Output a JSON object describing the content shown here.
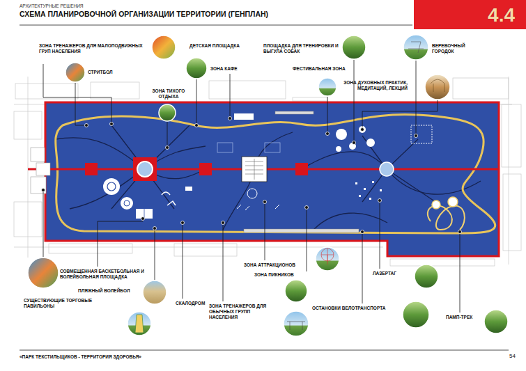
{
  "diagram": {
    "title": "СХЕМА ПЛАНИРОВОЧНОЙ ОРГАНИЗАЦИИ ТЕРРИТОРИИ (ГЕНПЛАН)",
    "nodes": [
      {
        "text": [
          "4.4"
        ]
      }
    ],
    "labels": [
      "АРХИТЕКТУРНЫЕ РЕШЕНИЯ",
      "«ПАРК ТЕКСТИЛЬЩИКОВ - ТЕРРИТОРИЯ ЗДОРОВЬЯ»",
      "54",
      "ЗОНА ТРЕНАЖЕРОВ ДЛЯ МАЛОПОДВИЖНЫХ ГРУП НАСЕЛЕНИЯ",
      "СТРИТБОЛ",
      "ДЕТСКАЯ ПЛОЩАДКА",
      "ЗОНА ТИХОГО ОТДЫХА",
      "ЗОНА КАФЕ",
      "ПЛОЩАДКА ДЛЯ ТРЕНИРОВКИ И ВЫГУЛА СОБАК",
      "ФЕСТИВАЛЬНАЯ ЗОНА",
      "ВЕРЕВОЧНЫЙ ГОРОДОК",
      "ЗОНА ДУХОВНЫХ ПРАКТИК, МЕДИТАЦИЙ, ЛЕКЦИЙ",
      "СОВМЕЩЕННАЯ БАСКЕТБОЛЬНАЯ И ВОЛЕЙБОЛЬНАЯ ПЛОЩАДКА",
      "ПЛЯЖНЫЙ ВОЛЕЙБОЛ",
      "СУЩЕСТВУЮЩИЕ ТОРГОВЫЕ ПАВИЛЬОНЫ",
      "СКАЛОДРОМ",
      "ЗОНА ТРЕНАЖЕРОВ ДЛЯ ОБЫЧНЫХ ГРУПП НАСЕЛЕНИЯ",
      "ЗОНА АТТРАКЦИОНОВ",
      "ЗОНА ПИКНИКОВ",
      "ЛАЗЕРТАГ",
      "ОСТАНОВКИ ВЕЛОТРАНСПОРТА",
      "ПАМП-ТРЕК"
    ]
  }
}
